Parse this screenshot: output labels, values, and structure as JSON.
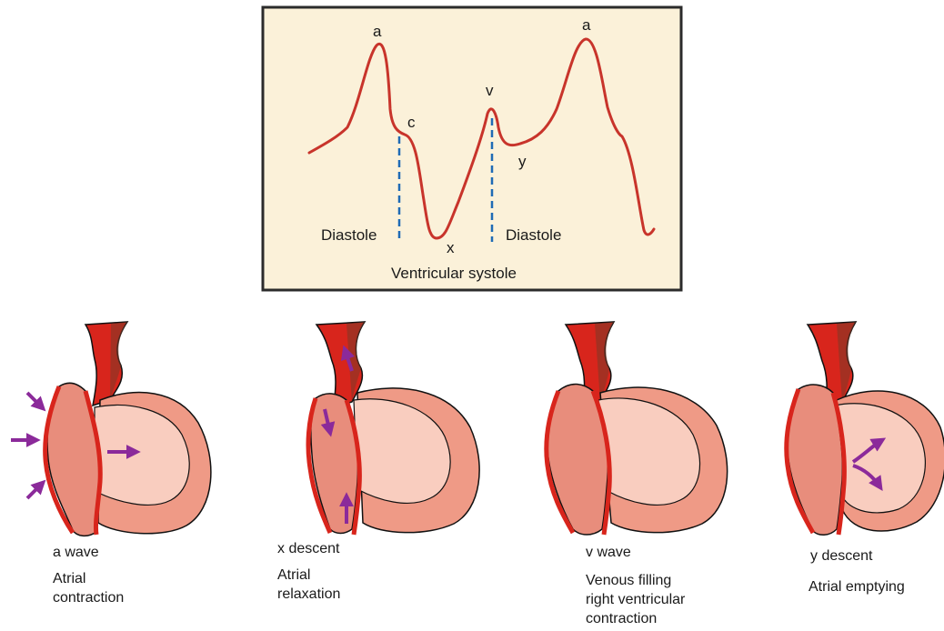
{
  "waveform": {
    "peak_labels": {
      "a1": "a",
      "c": "c",
      "x": "x",
      "v": "v",
      "y": "y",
      "a2": "a"
    },
    "phase_labels": {
      "diastole_left": "Diastole",
      "diastole_right": "Diastole",
      "systole": "Ventricular systole"
    }
  },
  "panels": [
    {
      "title": "a wave",
      "desc": "Atrial\ncontraction"
    },
    {
      "title": "x descent",
      "desc": "Atrial\nrelaxation"
    },
    {
      "title": "v wave",
      "desc": "Venous filling\nright ventricular\ncontraction"
    },
    {
      "title": "y descent",
      "desc": "Atrial emptying"
    }
  ],
  "colors": {
    "box_fill": "#fbf1d9",
    "box_border": "#2b2b2b",
    "wave": "#c8342b",
    "marker": "#1f6bb5",
    "vessel": "#d8251c",
    "vessel_dark": "#7a3a28",
    "atrium": "#e88d7c",
    "atrium_wall": "#d8251c",
    "ventricle_outer": "#ef9a86",
    "ventricle_inner": "#f9cdbf",
    "arrow": "#8b2a9a"
  }
}
